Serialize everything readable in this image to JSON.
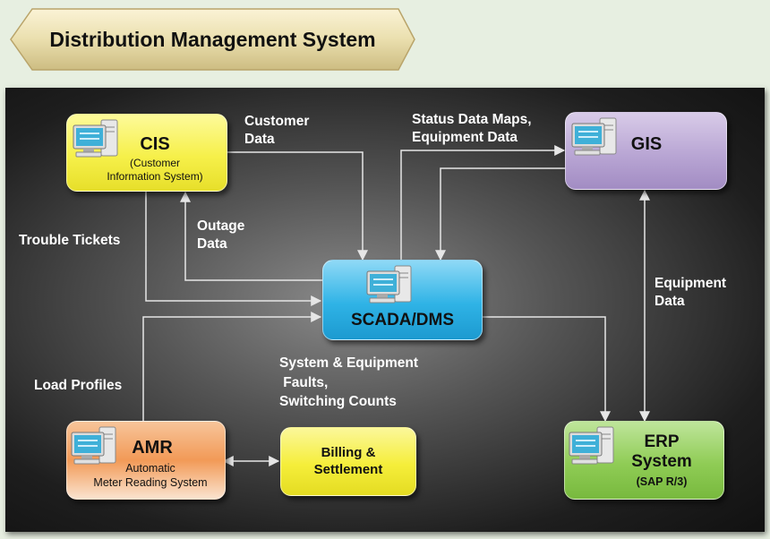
{
  "title": "Distribution Management System",
  "nodes": {
    "cis": {
      "label": "CIS",
      "sub": "(Customer\nInformation System)"
    },
    "gis": {
      "label": "GIS"
    },
    "scada": {
      "label": "SCADA/DMS"
    },
    "amr": {
      "label": "AMR",
      "sub": "Automatic\nMeter Reading System"
    },
    "billing": {
      "label": "Billing &\nSettlement"
    },
    "erp": {
      "label": "ERP\nSystem",
      "sub": "(SAP R/3)"
    }
  },
  "edges": {
    "customer_data": "Customer\nData",
    "status_data": "Status Data Maps,\nEquipment Data",
    "trouble_tickets": "Trouble Tickets",
    "outage_data": "Outage\nData",
    "equipment_data": "Equipment\nData",
    "faults": "System & Equipment\n Faults,\nSwitching Counts",
    "load_profiles": "Load Profiles"
  },
  "colors": {
    "cis": "#f6f04a",
    "gis": "#b9a6d4",
    "scada": "#2fb3e6",
    "amr": "#f29a57",
    "billing": "#f5ee3a",
    "erp": "#8fcc55",
    "line": "#e6e6e6"
  },
  "icons": [
    "computer-icon"
  ]
}
